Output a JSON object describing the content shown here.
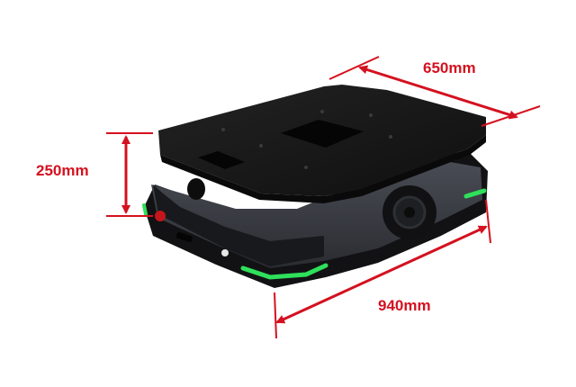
{
  "dimensions": {
    "height": "250mm",
    "width": "650mm",
    "length": "940mm"
  },
  "colors": {
    "annotation": "#d4111f",
    "body": "#1c1c1e",
    "top_plate": "#141414",
    "side_panel": "#3c3f46",
    "led_strip": "#2ee05a",
    "button": "#c4161c"
  }
}
